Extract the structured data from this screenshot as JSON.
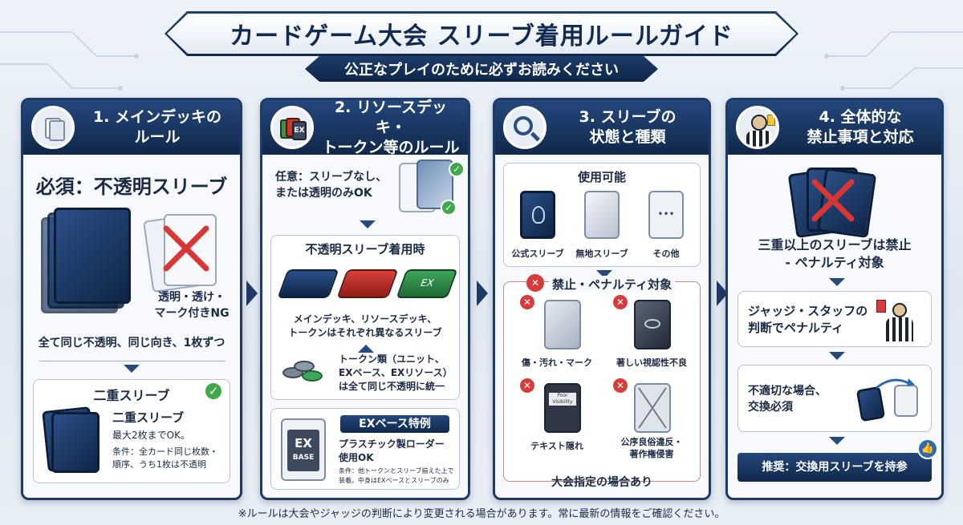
{
  "title": "カードゲーム大会 スリーブ着用ルールガイド",
  "subtitle": "公正なプレイのために必ずお読みください",
  "panel1": {
    "header": "1. メインデッキの\nルール",
    "header_line1": "1. メインデッキの",
    "header_line2": "ルール",
    "required": "必須：不透明スリーブ",
    "ng_line1": "透明・透け・",
    "ng_line2": "マーク付きNG",
    "same": "全て同じ不透明、同じ向き、1枚ずつ",
    "double_title": "二重スリーブ",
    "double_heading": "二重スリーブ",
    "double_max": "最大2枚までOK。",
    "double_cond1": "条件：全カード同じ枚数・",
    "double_cond2": "順序、うち1枚は不透明"
  },
  "panel2": {
    "header_line1": "2. リソースデッキ・",
    "header_line2": "トークン等のルール",
    "optional_line1": "任意：スリーブなし、",
    "optional_line2": "または透明のみOK",
    "opaque_title": "不透明スリーブ着用時",
    "ex_label": "EX",
    "diff_line1": "メインデッキ、リソースデッキ、",
    "diff_line2": "トークンはそれぞれ異なるスリーブ",
    "token_line1": "トークン類（ユニット、",
    "token_line2": "EXベース、EXリソース）",
    "token_line3": "は全て同じ不透明に統一",
    "exbase_title": "EXベース特例",
    "exbase_card_line1": "EX",
    "exbase_card_line2": "BASE",
    "loader_line1": "プラスチック製ローダー",
    "loader_line2": "使用OK",
    "cond_line1": "条件：他トークンとスリーブ揃えた上で",
    "cond_line2": "装着。中身はEXベースとスリーブのみ"
  },
  "panel3": {
    "header_line1": "3. スリーブの",
    "header_line2": "状態と種類",
    "usable_title": "使用可能",
    "usable": [
      "公式スリーブ",
      "無地スリーブ",
      "その他"
    ],
    "other_dots": "•••",
    "banned_title": "禁止・ペナルティ対象",
    "banned": [
      "傷・汚れ・マーク",
      "著しい視認性不良",
      "テキスト隠れ",
      "公序良俗違反・\n著作権侵害"
    ],
    "banned_0": "傷・汚れ・マーク",
    "banned_1": "著しい視認性不良",
    "banned_2": "テキスト隠れ",
    "banned_3a": "公序良俗違反・",
    "banned_3b": "著作権侵害",
    "poor_vis_1": "Poor",
    "poor_vis_2": "Visibility",
    "tournament": "大会指定の場合あり"
  },
  "panel4": {
    "header_line1": "4. 全体的な",
    "header_line2": "禁止事項と対応",
    "triple_line1": "三重以上のスリーブは禁止",
    "triple_line2": "- ペナルティ対象",
    "judge_line1": "ジャッジ・スタッフの",
    "judge_line2": "判断でペナルティ",
    "exchange_line1": "不適切な場合、",
    "exchange_line2": "交換必須",
    "recommend": "推奨：交換用スリーブを持参"
  },
  "footnote": "※ルールは大会やジャッジの判断により変更される場合があります。常に最新の情報をご確認ください。",
  "colors": {
    "navy": "#1e3a66",
    "check_green": "#3fa84a",
    "ban_red": "#d83b3b"
  }
}
